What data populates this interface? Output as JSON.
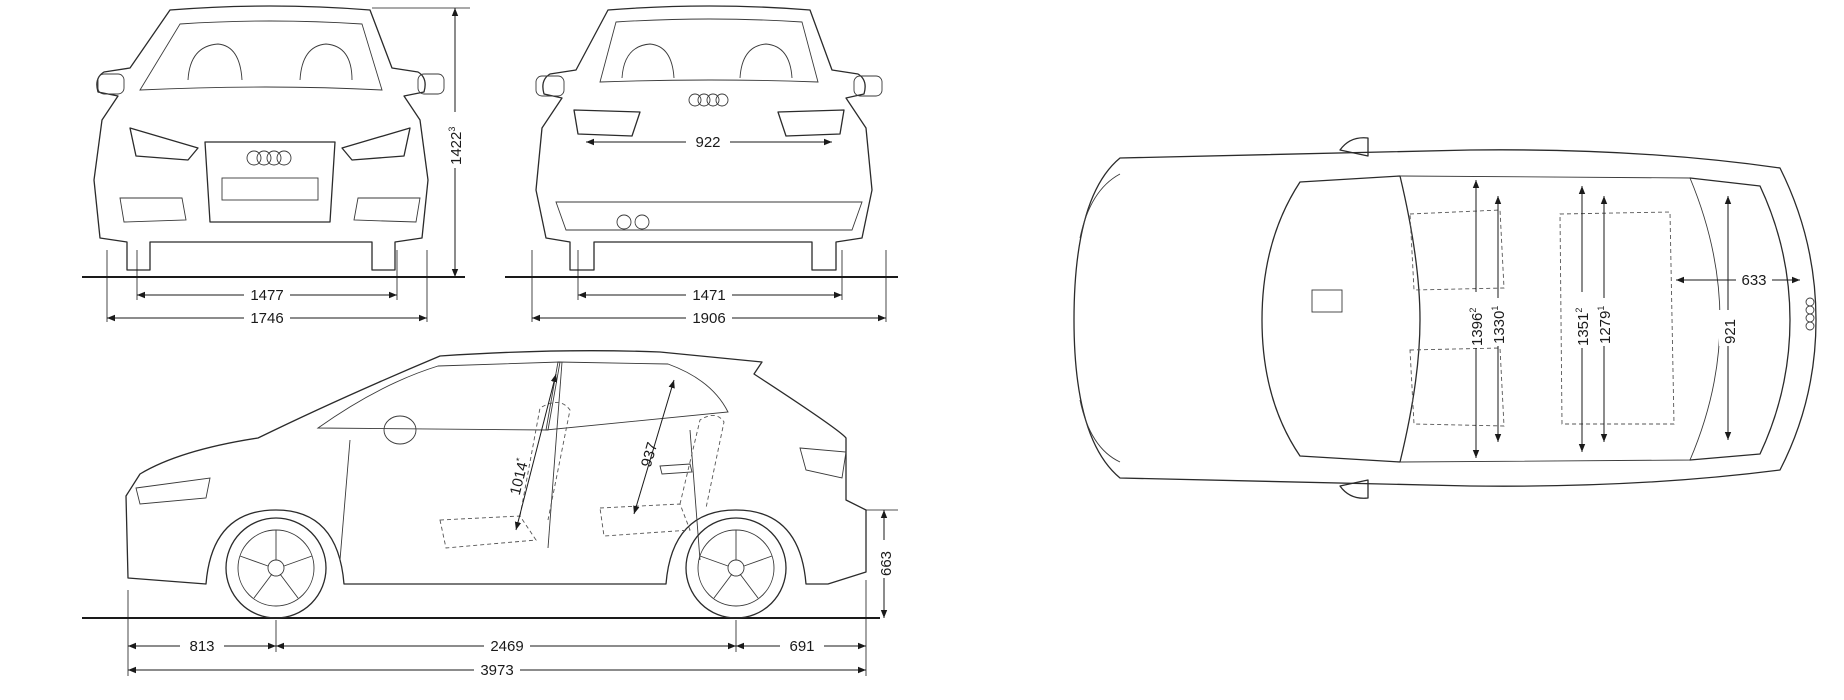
{
  "views": {
    "front": {
      "width_track": "1477",
      "width_overall": "1746",
      "height": "1422",
      "height_note": "3"
    },
    "rear": {
      "width_track": "1471",
      "width_overall": "1906",
      "tailgate_width": "922"
    },
    "side": {
      "front_overhang": "813",
      "wheelbase": "2469",
      "rear_overhang": "691",
      "length": "3973",
      "load_height": "663",
      "front_headroom": "1014",
      "front_headroom_note": "*",
      "rear_headroom": "937"
    },
    "top": {
      "front_elbow": "1396",
      "front_elbow_note": "2",
      "front_shoulder": "1330",
      "front_shoulder_note": "1",
      "rear_elbow": "1351",
      "rear_elbow_note": "2",
      "rear_shoulder": "1279",
      "rear_shoulder_note": "1",
      "trunk_depth": "633",
      "trunk_width": "921"
    }
  }
}
